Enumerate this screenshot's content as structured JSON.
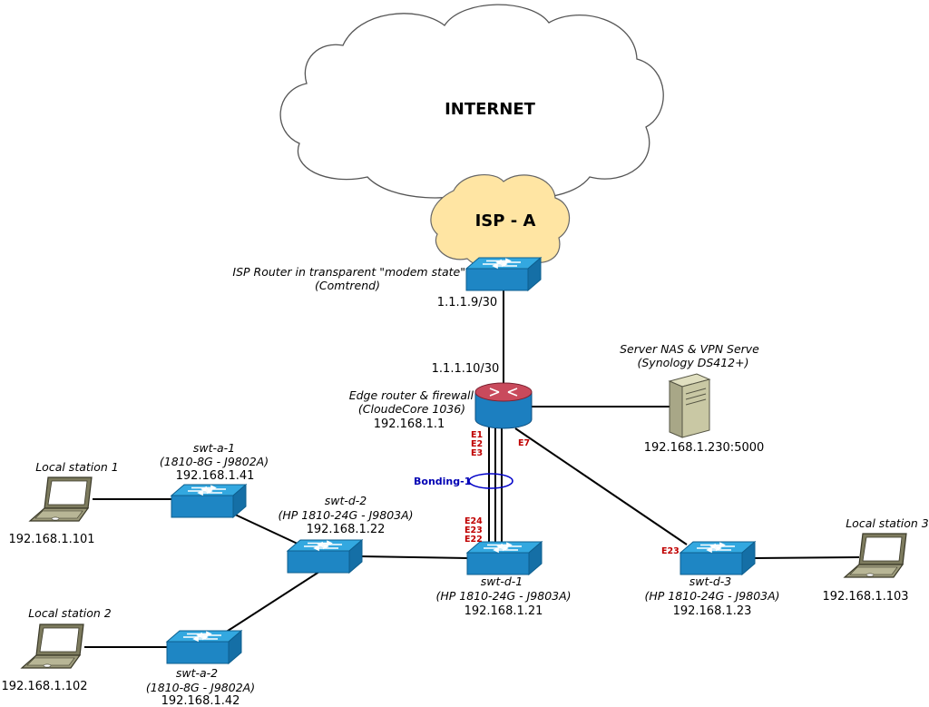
{
  "colors": {
    "switch_top": "#33a8e0",
    "switch_front": "#1e86c4",
    "router_top": "#c94a5c",
    "router_body": "#1c7fc0",
    "cloud_internet_fill": "#ffffff",
    "isp_cloud_fill": "#ffe5a3",
    "port_label": "#c00000",
    "bond_label": "#0000b4",
    "laptop_fill": "#8c8a6c",
    "server_fill": "#c9c8a4"
  },
  "internet": {
    "label": "INTERNET",
    "icon": "cloud-icon"
  },
  "isp": {
    "label": "ISP - A",
    "icon": "cloud-icon"
  },
  "isp_router": {
    "icon": "switch-icon",
    "line1": "ISP Router in transparent \"modem state\"",
    "line2": "(Comtrend)",
    "ip": "1.1.1.9/30"
  },
  "edge_router": {
    "icon": "router-icon",
    "wan_ip": "1.1.1.10/30",
    "line1": "Edge router & firewall",
    "line2": "(CloudeCore 1036)",
    "ip": "192.168.1.1",
    "ports": [
      "E1",
      "E2",
      "E3"
    ],
    "port_to_d3": "E7"
  },
  "server": {
    "icon": "server-icon",
    "line1": "Server NAS & VPN Serve",
    "line2": "(Synology DS412+)",
    "ip": "192.168.1.230:5000"
  },
  "bonding": {
    "label": "Bonding-1"
  },
  "switches": {
    "d1": {
      "icon": "switch-icon",
      "name": "swt-d-1",
      "model": "(HP 1810-24G - J9803A)",
      "ip": "192.168.1.21",
      "ports": [
        "E24",
        "E23",
        "E22"
      ]
    },
    "d2": {
      "icon": "switch-icon",
      "name": "swt-d-2",
      "model": "(HP 1810-24G - J9803A)",
      "ip": "192.168.1.22"
    },
    "d3": {
      "icon": "switch-icon",
      "name": "swt-d-3",
      "model": "(HP 1810-24G - J9803A)",
      "ip": "192.168.1.23",
      "port": "E23"
    },
    "a1": {
      "icon": "switch-icon",
      "name": "swt-a-1",
      "model": "(1810-8G - J9802A)",
      "ip": "192.168.1.41"
    },
    "a2": {
      "icon": "switch-icon",
      "name": "swt-a-2",
      "model": "(1810-8G - J9802A)",
      "ip": "192.168.1.42"
    }
  },
  "stations": {
    "s1": {
      "icon": "laptop-icon",
      "name": "Local station 1",
      "ip": "192.168.1.101"
    },
    "s2": {
      "icon": "laptop-icon",
      "name": "Local station 2",
      "ip": "192.168.1.102"
    },
    "s3": {
      "icon": "laptop-icon",
      "name": "Local station 3",
      "ip": "192.168.1.103"
    }
  }
}
